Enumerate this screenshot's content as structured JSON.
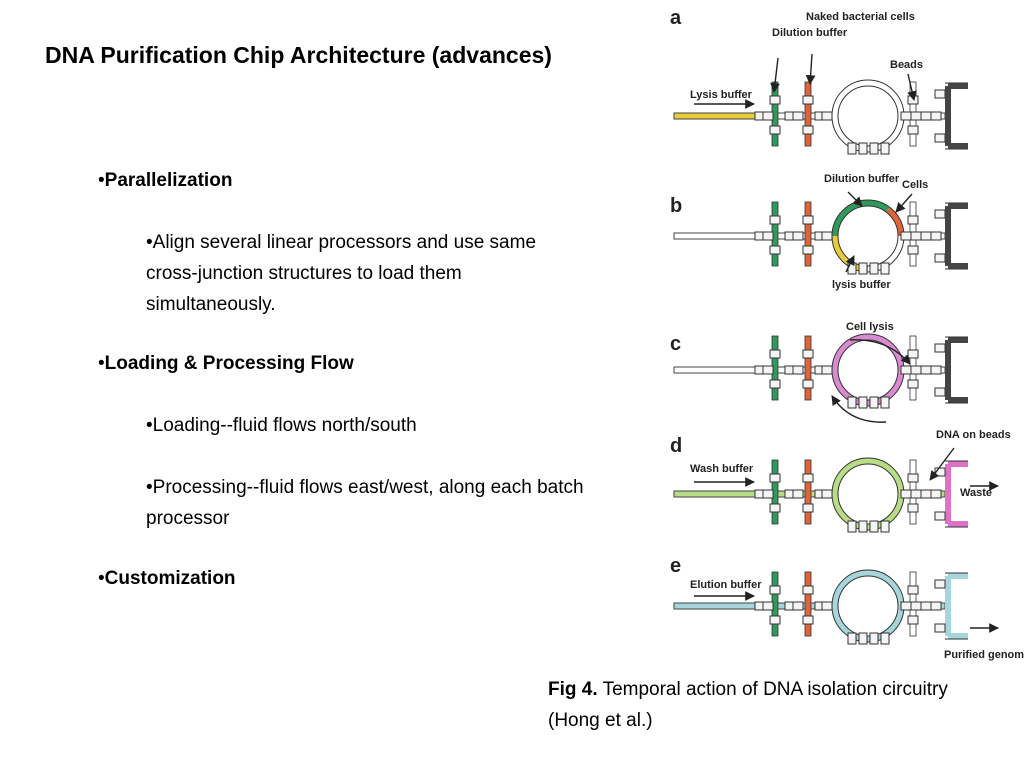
{
  "slide": {
    "title": "DNA Purification Chip Architecture (advances)",
    "bullet_char": "•",
    "bullets": [
      {
        "text": "Parallelization"
      },
      {
        "text": "Align several linear processors and use same cross-junction structures to load them simultaneously."
      },
      {
        "text": "Loading & Processing Flow"
      },
      {
        "text": "Loading--fluid flows north/south"
      },
      {
        "text": "Processing--fluid flows east/west, along each batch processor"
      },
      {
        "text": "Customization"
      }
    ]
  },
  "figure": {
    "panels": [
      {
        "letter": "a",
        "labels": {
          "dilution_buffer": "Dilution buffer",
          "naked_bacterial_cells": "Naked bacterial cells",
          "beads": "Beads",
          "lysis_buffer": "Lysis buffer"
        }
      },
      {
        "letter": "b",
        "labels": {
          "dilution_buffer": "Dilution buffer",
          "cells": "Cells",
          "lysis_buffer": "lysis buffer"
        }
      },
      {
        "letter": "c",
        "labels": {
          "cell_lysis": "Cell lysis"
        }
      },
      {
        "letter": "d",
        "labels": {
          "wash_buffer": "Wash buffer",
          "dna_on_beads": "DNA on beads",
          "waste": "Waste"
        }
      },
      {
        "letter": "e",
        "labels": {
          "elution_buffer": "Elution buffer",
          "purified_genomic_dna": "Purified genomic DNA"
        }
      }
    ],
    "colors": {
      "lysis_buffer": "#e8cc3a",
      "dilution_buffer": "#2f9a5c",
      "cells": "#e0643a",
      "lysis_mix": "#d98ad0",
      "wash_buffer": "#b9dc86",
      "dna_on_beads": "#e070c8",
      "elution_buffer": "#a6d6dc"
    }
  },
  "caption": {
    "label": "Fig 4.",
    "text": "Temporal action of DNA isolation circuitry (Hong et al.)"
  }
}
